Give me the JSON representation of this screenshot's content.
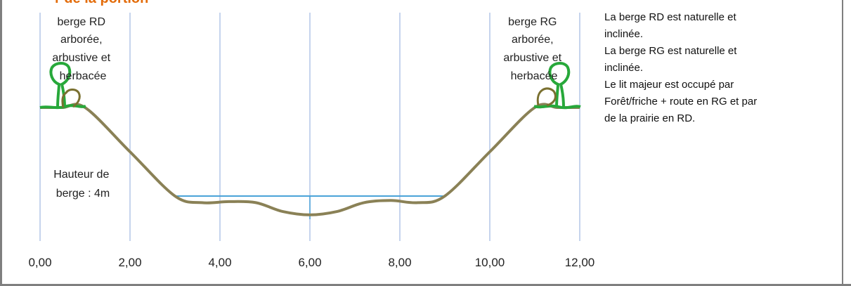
{
  "heading": {
    "fragment": "r de la portion"
  },
  "figure": {
    "bank_right_label": [
      "berge RD",
      "arborée,",
      "arbustive et",
      "herbacée"
    ],
    "bank_left_label": [
      "berge RG",
      "arborée,",
      "arbustive et",
      "herbacée"
    ],
    "bank_height_label": [
      "Hauteur de",
      "berge : 4m"
    ],
    "line_color": "#8a8156",
    "water_color": "#4aa3d8",
    "vegetation_color": "#27a83a",
    "vegetation_dark_color": "#7a7030",
    "grid_color": "#b4c6e7"
  },
  "chart_data": {
    "type": "line",
    "title": "",
    "xlabel": "",
    "ylabel": "",
    "x_ticks": [
      "0,00",
      "2,00",
      "4,00",
      "6,00",
      "8,00",
      "10,00",
      "12,00"
    ],
    "xlim": [
      0,
      12
    ],
    "grid": "vertical",
    "series": [
      {
        "x": [
          0.0,
          0.5,
          1.0,
          2.0,
          3.0,
          3.6,
          4.2,
          4.8,
          5.4,
          6.0,
          6.6,
          7.2,
          7.8,
          8.4,
          9.0,
          10.0,
          11.0,
          11.5,
          12.0
        ],
        "y": [
          4.0,
          4.0,
          4.0,
          2.0,
          0.0,
          -0.3,
          -0.25,
          -0.3,
          -0.7,
          -0.85,
          -0.7,
          -0.3,
          -0.2,
          -0.3,
          0.0,
          2.0,
          4.0,
          4.0,
          4.0
        ]
      }
    ],
    "water_level": {
      "x_start": 3.0,
      "x_end": 9.0,
      "y": 0.0
    },
    "center_marker_x": 6.0
  },
  "description": {
    "lines": [
      "La berge RD est naturelle et",
      "inclinée.",
      "La berge RG est naturelle et",
      "inclinée.",
      "Le lit majeur est occupé par",
      "Forêt/friche + route en RG et par",
      "de la prairie en RD."
    ]
  }
}
